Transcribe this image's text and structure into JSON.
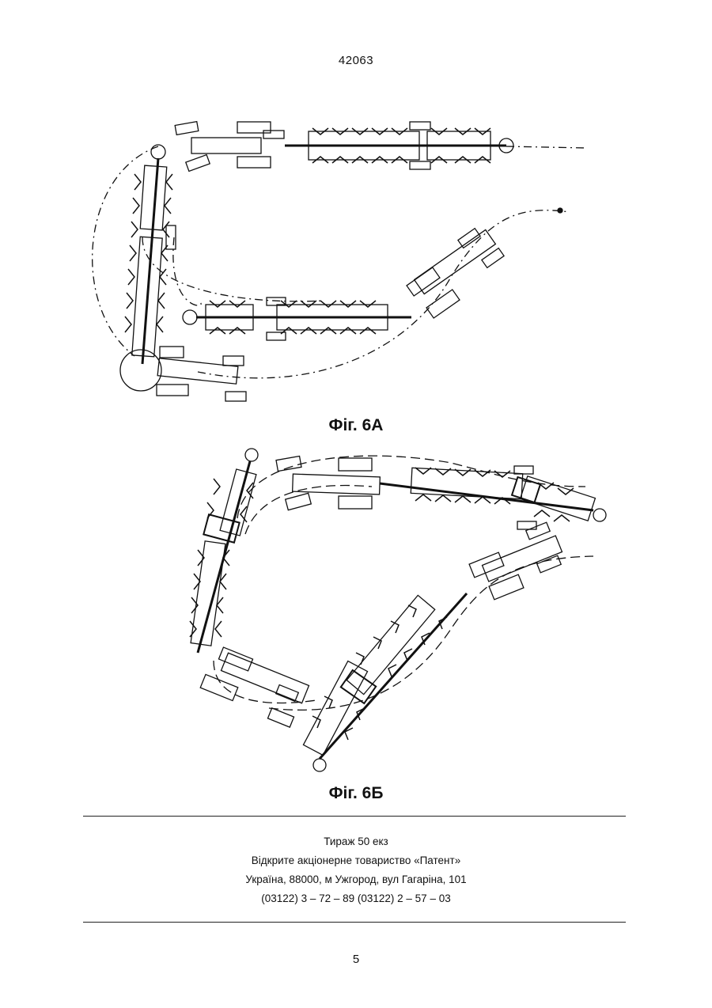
{
  "header": {
    "patent_number": "42063"
  },
  "figures": [
    {
      "id": "fig-6a",
      "caption": "Фіг. 6А"
    },
    {
      "id": "fig-6b",
      "caption": "Фіг. 6Б"
    }
  ],
  "imprint": {
    "line1": "Тираж 50 екз",
    "line2": "Відкрите акціонерне товариство «Патент»",
    "line3": "Україна, 88000, м  Ужгород, вул  Гагаріна, 101",
    "line4": "(03122) 3 – 72 – 89   (03122) 2 – 57 – 03"
  },
  "footer": {
    "page_number": "5"
  }
}
